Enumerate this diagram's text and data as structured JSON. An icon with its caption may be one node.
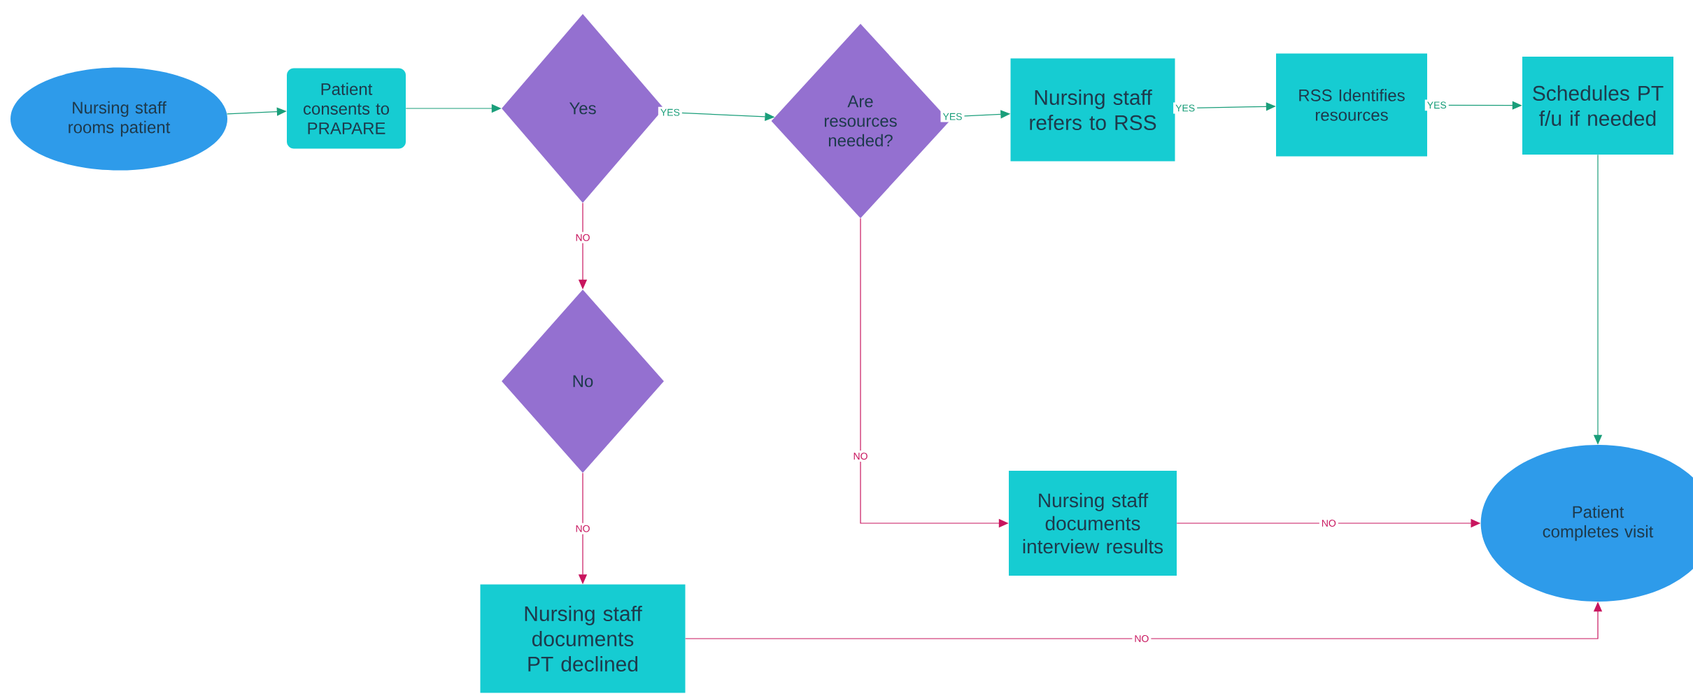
{
  "diagram": {
    "nodes": [
      {
        "text": [
          "Nursing staff rooms patient"
        ]
      },
      {
        "text": [
          "Patient consents to PRAPARE"
        ]
      },
      {
        "text": [
          "Yes"
        ]
      },
      {
        "text": [
          "Are resources needed?"
        ]
      },
      {
        "text": [
          "Nursing staff refers to RSS"
        ]
      },
      {
        "text": [
          "RSS Identifies resources"
        ]
      },
      {
        "text": [
          "Schedules PT f/u if needed"
        ]
      },
      {
        "text": [
          "No"
        ]
      },
      {
        "text": [
          "Nursing staff documents interview results"
        ]
      },
      {
        "text": [
          "Patient completes visit"
        ]
      },
      {
        "text": [
          "Nursing staff documents PT declined"
        ]
      }
    ],
    "edges": [
      {
        "from": 0,
        "to": 1,
        "arrow": "to"
      },
      {
        "from": 1,
        "to": 2,
        "arrow": "to"
      },
      {
        "from": 2,
        "to": 3,
        "arrow": "to",
        "label": "YES"
      },
      {
        "from": 3,
        "to": 4,
        "arrow": "to",
        "label": "YES"
      },
      {
        "from": 4,
        "to": 5,
        "arrow": "to",
        "label": "YES"
      },
      {
        "from": 5,
        "to": 6,
        "arrow": "to",
        "label": "YES"
      },
      {
        "from": 6,
        "to": 9,
        "arrow": "to"
      },
      {
        "from": 2,
        "to": 7,
        "arrow": "to",
        "label": "NO",
        "color": "#c8155e"
      },
      {
        "from": 7,
        "to": 10,
        "arrow": "to",
        "label": "NO",
        "color": "#c8155e"
      },
      {
        "from": 3,
        "to": 8,
        "arrow": "to",
        "label": "NO",
        "color": "#c8155e"
      },
      {
        "from": 8,
        "to": 9,
        "arrow": "to",
        "label": "NO",
        "color": "#c8155e"
      },
      {
        "from": 10,
        "to": 9,
        "arrow": "to",
        "label": "NO",
        "color": "#c8155e"
      }
    ]
  }
}
